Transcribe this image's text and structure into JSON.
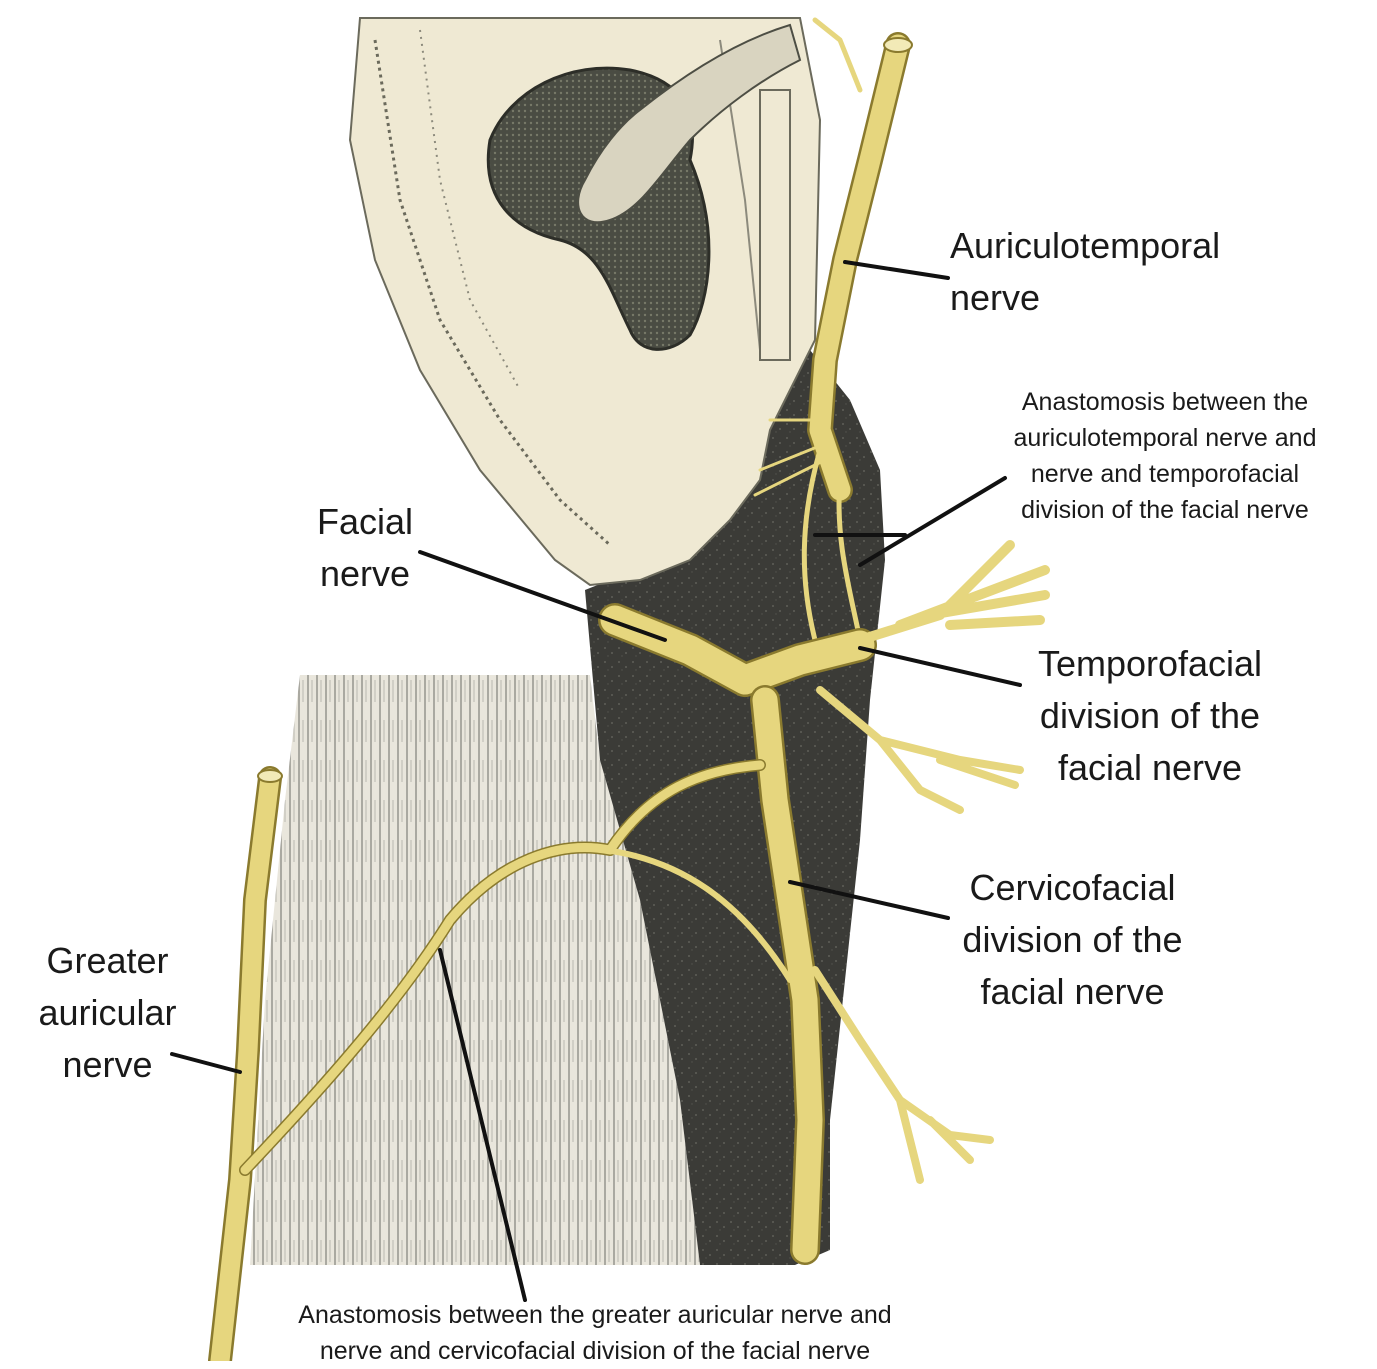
{
  "labels": {
    "auriculotemporal": {
      "line1": "Auriculotemporal",
      "line2": "nerve"
    },
    "anastomosis_upper": {
      "line1": "Anastomosis between the",
      "line2": "auriculotemporal nerve and",
      "line3": "nerve and temporofacial",
      "line4": "division of the facial nerve"
    },
    "facial_nerve": {
      "line1": "Facial",
      "line2": "nerve"
    },
    "temporofacial": {
      "line1": "Temporofacial",
      "line2": "division of the",
      "line3": "facial nerve"
    },
    "cervicofacial": {
      "line1": "Cervicofacial",
      "line2": "division of the",
      "line3": "facial nerve"
    },
    "greater_auricular": {
      "line1": "Greater",
      "line2": "auricular",
      "line3": "nerve"
    },
    "anastomosis_lower": {
      "line1": "Anastomosis between the greater auricular nerve and",
      "line2": "nerve and cervicofacial division of the facial nerve"
    }
  },
  "colors": {
    "nerve": "#e6d67e",
    "nerve_outline": "#8a7a2e",
    "ear": "#efe9d3",
    "ear_shadow": "#3c3f36",
    "dark_tissue": "#3a3a36",
    "muscle": "#e4e1d6",
    "leader": "#111111"
  }
}
